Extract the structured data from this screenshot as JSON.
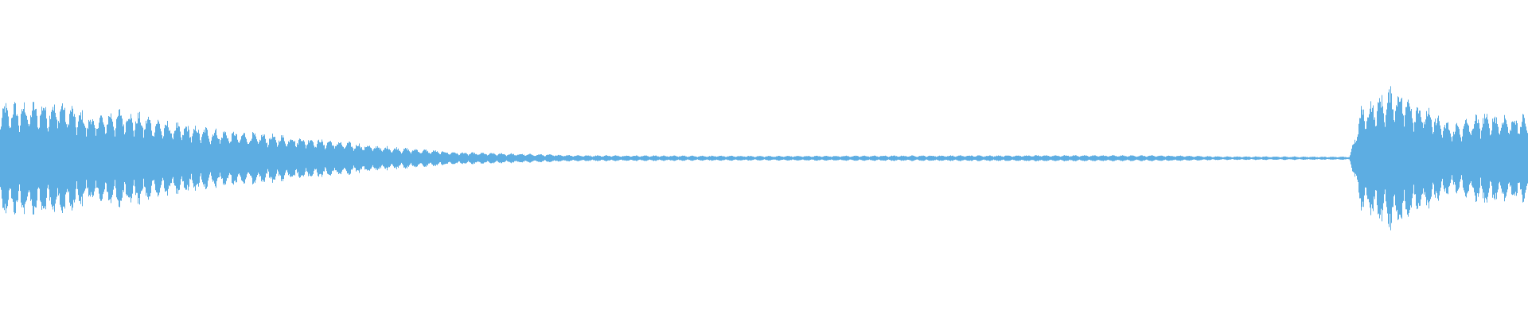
{
  "waveform": {
    "color": "#5dade2",
    "background": "#ffffff",
    "envelope": [
      {
        "t": 0.0,
        "amp": 0.36
      },
      {
        "t": 0.04,
        "amp": 0.38
      },
      {
        "t": 0.06,
        "amp": 0.28
      },
      {
        "t": 0.08,
        "amp": 0.33
      },
      {
        "t": 0.11,
        "amp": 0.24
      },
      {
        "t": 0.15,
        "amp": 0.18
      },
      {
        "t": 0.2,
        "amp": 0.14
      },
      {
        "t": 0.25,
        "amp": 0.08
      },
      {
        "t": 0.3,
        "amp": 0.04
      },
      {
        "t": 0.38,
        "amp": 0.02
      },
      {
        "t": 0.5,
        "amp": 0.015
      },
      {
        "t": 0.6,
        "amp": 0.018
      },
      {
        "t": 0.7,
        "amp": 0.02
      },
      {
        "t": 0.77,
        "amp": 0.018
      },
      {
        "t": 0.8,
        "amp": 0.012
      },
      {
        "t": 0.883,
        "amp": 0.01
      },
      {
        "t": 0.891,
        "amp": 0.35
      },
      {
        "t": 0.913,
        "amp": 0.48
      },
      {
        "t": 0.93,
        "amp": 0.36
      },
      {
        "t": 0.95,
        "amp": 0.22
      },
      {
        "t": 0.97,
        "amp": 0.3
      },
      {
        "t": 1.0,
        "amp": 0.28
      }
    ]
  }
}
